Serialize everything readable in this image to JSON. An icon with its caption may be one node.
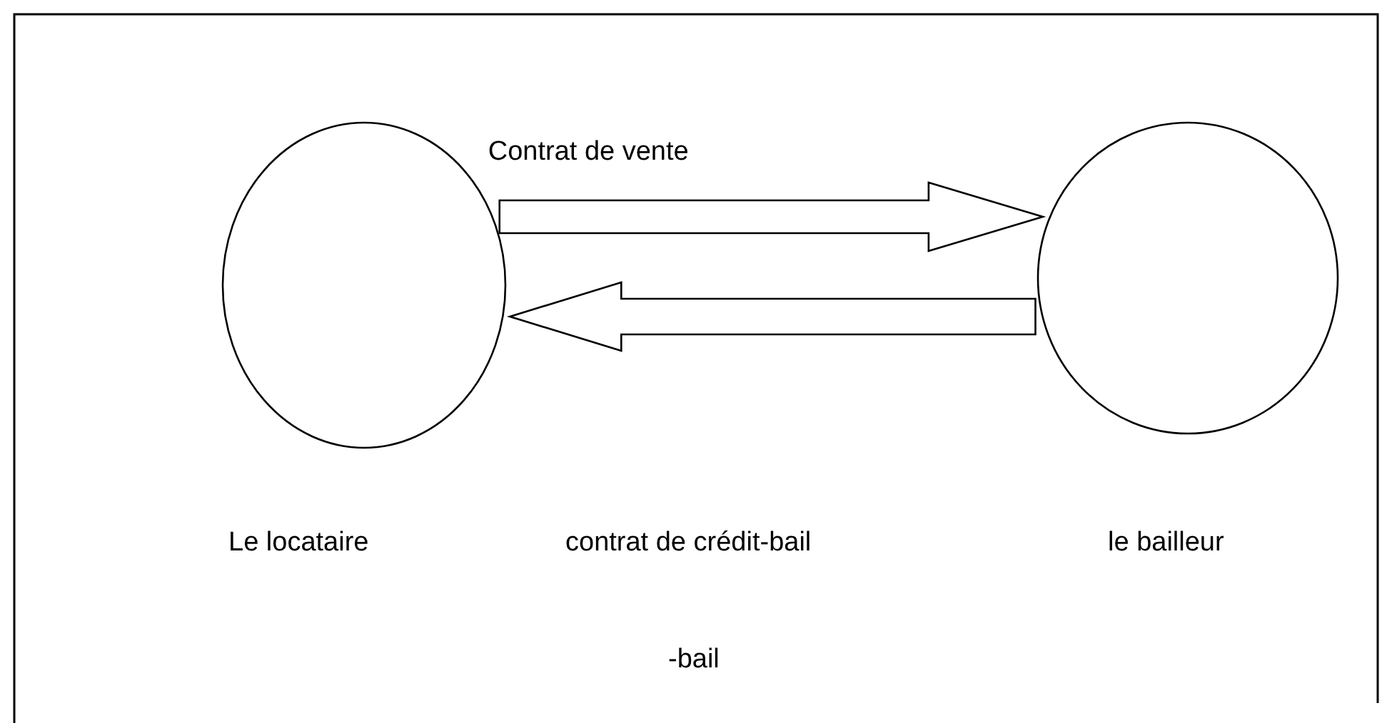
{
  "diagram": {
    "nodes": [
      {
        "text": [],
        "shape": "circle",
        "beside": [
          "Le locataire"
        ]
      },
      {
        "text": [],
        "shape": "circle",
        "beside": [
          "le bailleur"
        ]
      }
    ],
    "edges": [
      {
        "from": 0,
        "to": 1,
        "arrow": "to",
        "label": "Contrat de vente"
      },
      {
        "from": 1,
        "to": 0,
        "arrow": "to"
      }
    ],
    "labels": [
      "contrat de crédit-bail",
      "-bail"
    ]
  }
}
